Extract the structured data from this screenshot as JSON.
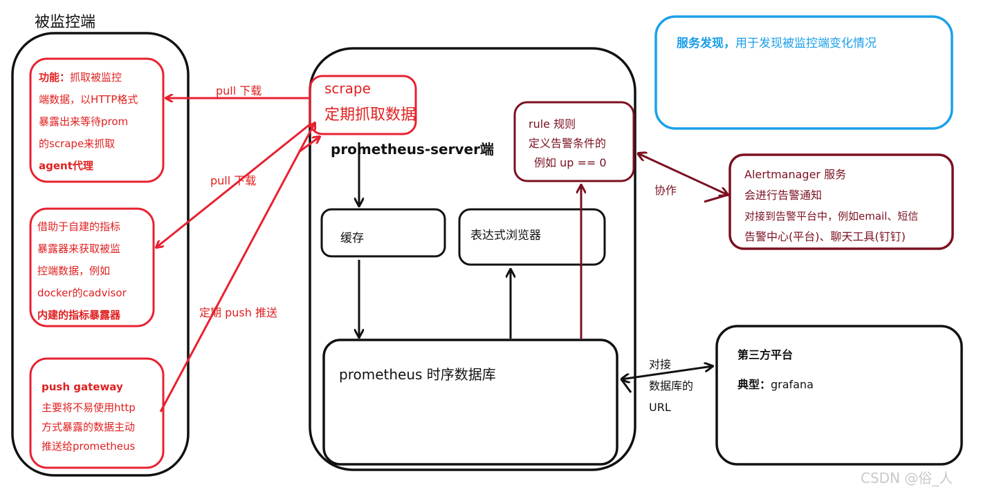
{
  "monitored": {
    "title": "被监控端",
    "agent": {
      "lines": [
        "功能：",
        "抓取被监控",
        "端数据，以HTTP格式",
        "暴露出来等待prom",
        "的scrape来抓取",
        "agent代理"
      ]
    },
    "exporter": {
      "lines": [
        "借助于自建的指标",
        "暴露器来获取被监",
        "控端数据，例如",
        "docker的cadvisor",
        "内建的指标暴露器"
      ]
    },
    "pushgateway": {
      "lines": [
        "push gateway",
        "主要将不易使用http",
        "方式暴露的数据主动",
        "推送给prometheus"
      ]
    }
  },
  "arrows": {
    "pull1": "pull 下载",
    "pull2": "pull 下载",
    "push": "定期 push 推送",
    "collab": "协作",
    "url": [
      "对接",
      "数据库的",
      "URL"
    ]
  },
  "server": {
    "label": "prometheus-server端",
    "scrape": [
      "scrape",
      "定期抓取数据"
    ],
    "cache": "缓存",
    "expr_browser": "表达式浏览器",
    "tsdb": "prometheus 时序数据库",
    "rule": [
      "rule 规则",
      "定义告警条件的",
      "例如 up == 0"
    ]
  },
  "discovery": {
    "bold": "服务发现，",
    "rest": "用于发现被监控端变化情况"
  },
  "alertmanager": {
    "lines": [
      "Alertmanager 服务",
      "会进行告警通知",
      "对接到告警平台中，例如email、短信",
      "告警中心(平台)、聊天工具(钉钉)"
    ]
  },
  "third_party": {
    "title": "第三方平台",
    "type_label": "典型：",
    "type_value": "grafana"
  },
  "watermark": "CSDN @俗_人"
}
